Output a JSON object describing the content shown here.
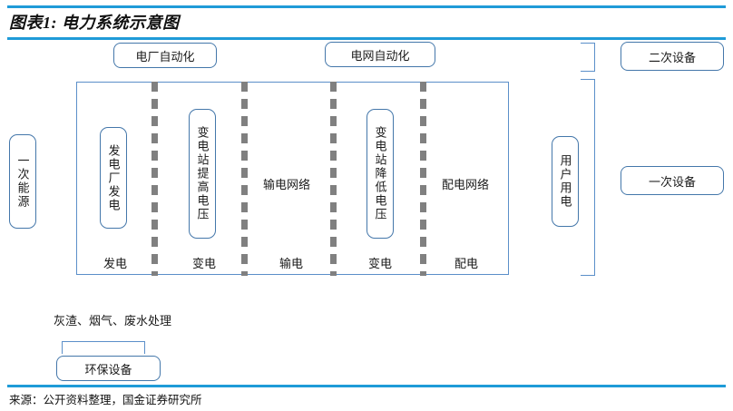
{
  "header": {
    "title": "图表1: 电力系统示意图",
    "source": "来源：公开资料整理，国金证券研究所",
    "accent_color": "#1F9BD8",
    "box_border_color": "#4477AA",
    "dash_color": "#808080"
  },
  "diagram": {
    "top_boxes": [
      {
        "label": "电厂自动化"
      },
      {
        "label": "电网自动化"
      }
    ],
    "left_box": {
      "label": "一次能源"
    },
    "process_boxes": [
      {
        "label": "发电厂发电"
      },
      {
        "label": "变电站提高电压"
      },
      {
        "label": "变电站降低电压"
      }
    ],
    "network_labels": [
      {
        "label": "输电网络"
      },
      {
        "label": "配电网络"
      }
    ],
    "stage_labels": [
      {
        "label": "发电"
      },
      {
        "label": "变电"
      },
      {
        "label": "输电"
      },
      {
        "label": "变电"
      },
      {
        "label": "配电"
      }
    ],
    "right_box": {
      "label": "用户用电"
    },
    "classification_boxes": [
      {
        "label": "二次设备"
      },
      {
        "label": "一次设备"
      }
    ],
    "bottom": {
      "note": "灰渣、烟气、废水处理",
      "box_label": "环保设备"
    }
  }
}
